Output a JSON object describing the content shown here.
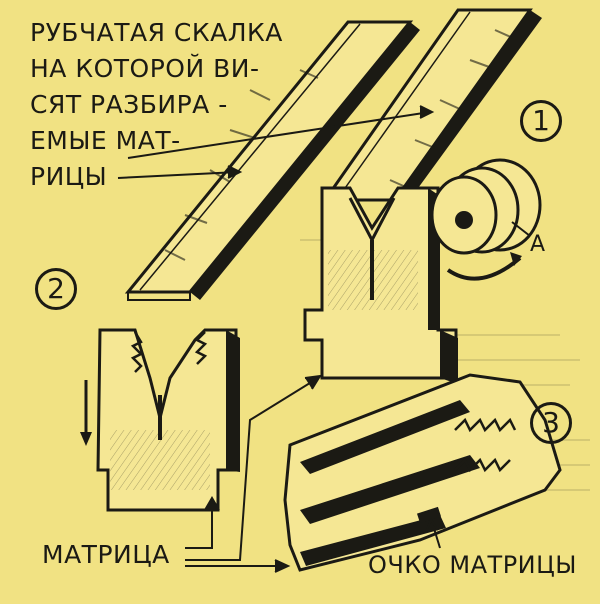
{
  "caption": {
    "lines": [
      "РУБЧАТАЯ СКАЛКА",
      "НА КОТОРОЙ ВИ-",
      "СЯТ РАЗБИРА -",
      "ЕМЫЕ МАТ-",
      "РИЦЫ"
    ]
  },
  "numbers": {
    "one": "1",
    "two": "2",
    "three": "3"
  },
  "labels": {
    "roller": "А",
    "matrix": "МАТРИЦА",
    "matrix_eye": "ОЧКО МАТРИЦЫ"
  },
  "colors": {
    "paper": "#f1e283",
    "ink": "#1b1a14"
  }
}
